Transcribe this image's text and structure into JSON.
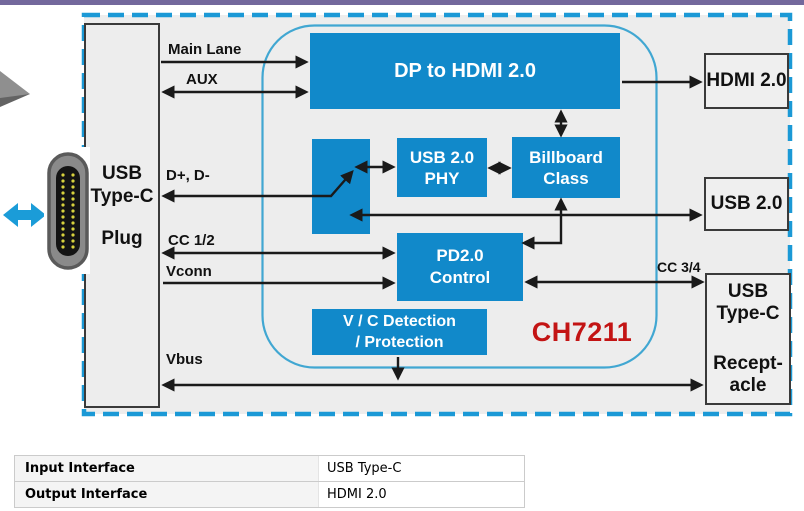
{
  "diagram": {
    "chip_label": "CH7211",
    "plug": {
      "label_top": "USB\nType-C",
      "label_bottom": "Plug"
    },
    "blocks": {
      "dp_to_hdmi": "DP to HDMI 2.0",
      "usb_phy": "USB 2.0\nPHY",
      "billboard": "Billboard\nClass",
      "pd_control": "PD2.0\nControl",
      "vc_detection": "V / C Detection\n/ Protection"
    },
    "ports": {
      "hdmi": "HDMI 2.0",
      "usb2": "USB 2.0",
      "receptacle_top": "USB\nType-C",
      "receptacle_bottom": "Recept-\nacle"
    },
    "signals": {
      "main_lane": "Main Lane",
      "aux": "AUX",
      "dp_dm": "D+, D-",
      "cc12": "CC 1/2",
      "vconn": "Vconn",
      "vbus": "Vbus",
      "cc34": "CC 3/4"
    },
    "colors": {
      "block_blue": "#1189ca",
      "chip_outline_blue": "#41a7d2",
      "dashed_border_blue": "#1b99d6",
      "chip_label_red": "#c31414",
      "top_bar_purple": "#73689c"
    }
  },
  "table": {
    "rows": [
      {
        "label": "Input Interface",
        "value": "USB Type-C"
      },
      {
        "label": "Output Interface",
        "value": "HDMI 2.0"
      }
    ]
  }
}
